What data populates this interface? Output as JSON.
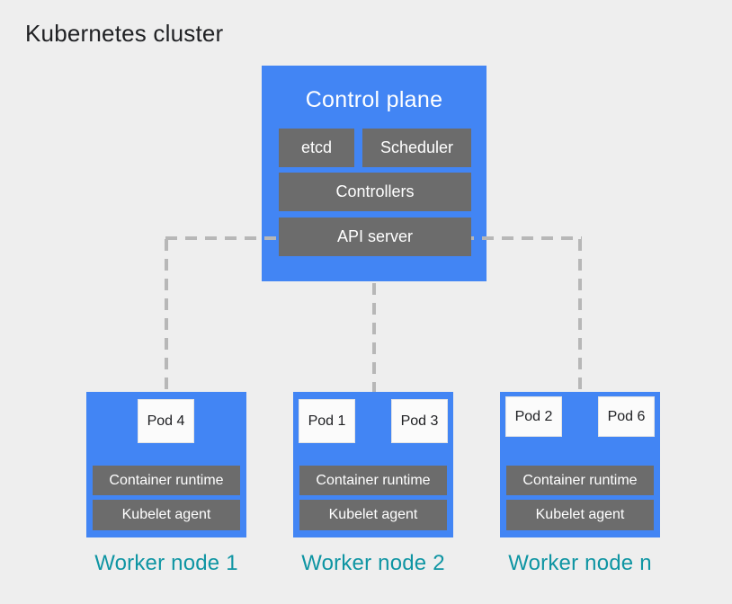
{
  "title": "Kubernetes cluster",
  "colors": {
    "background": "#eeeeee",
    "node_blue": "#4285f4",
    "box_gray": "#6c6c6c",
    "pod_white": "#fbfbfb",
    "label_teal": "#0f95a3",
    "connector_gray": "#b7b7b7",
    "title_black": "#202124",
    "box_text_white": "#ffffff"
  },
  "control_plane": {
    "title": "Control plane",
    "etcd": "etcd",
    "scheduler": "Scheduler",
    "controllers": "Controllers",
    "api_server": "API server"
  },
  "worker_nodes": [
    {
      "label": "Worker node 1",
      "pods": [
        "Pod 4"
      ],
      "runtime": "Container runtime",
      "agent": "Kubelet agent"
    },
    {
      "label": "Worker node 2",
      "pods": [
        "Pod 1",
        "Pod 3"
      ],
      "runtime": "Container runtime",
      "agent": "Kubelet agent"
    },
    {
      "label": "Worker node n",
      "pods": [
        "Pod 2",
        "Pod 6"
      ],
      "runtime": "Container runtime",
      "agent": "Kubelet agent"
    }
  ]
}
